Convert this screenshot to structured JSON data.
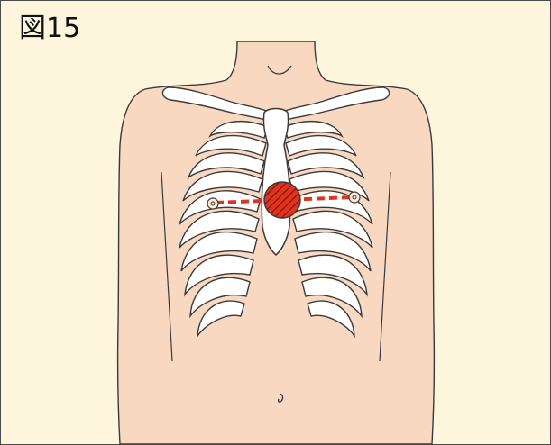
{
  "figure": {
    "label": "図15"
  },
  "colors": {
    "background": "#fdf6dc",
    "skin": "#f8d8c0",
    "outline": "#3a3a3a",
    "bone": "#ffffff",
    "marker_red": "#e0341f",
    "hatch": "#7a1208"
  },
  "icons": {
    "compression_point": "hatched-red-circle",
    "nipple_markers": "small-circle",
    "nipple_line": "red-dashed-line"
  }
}
